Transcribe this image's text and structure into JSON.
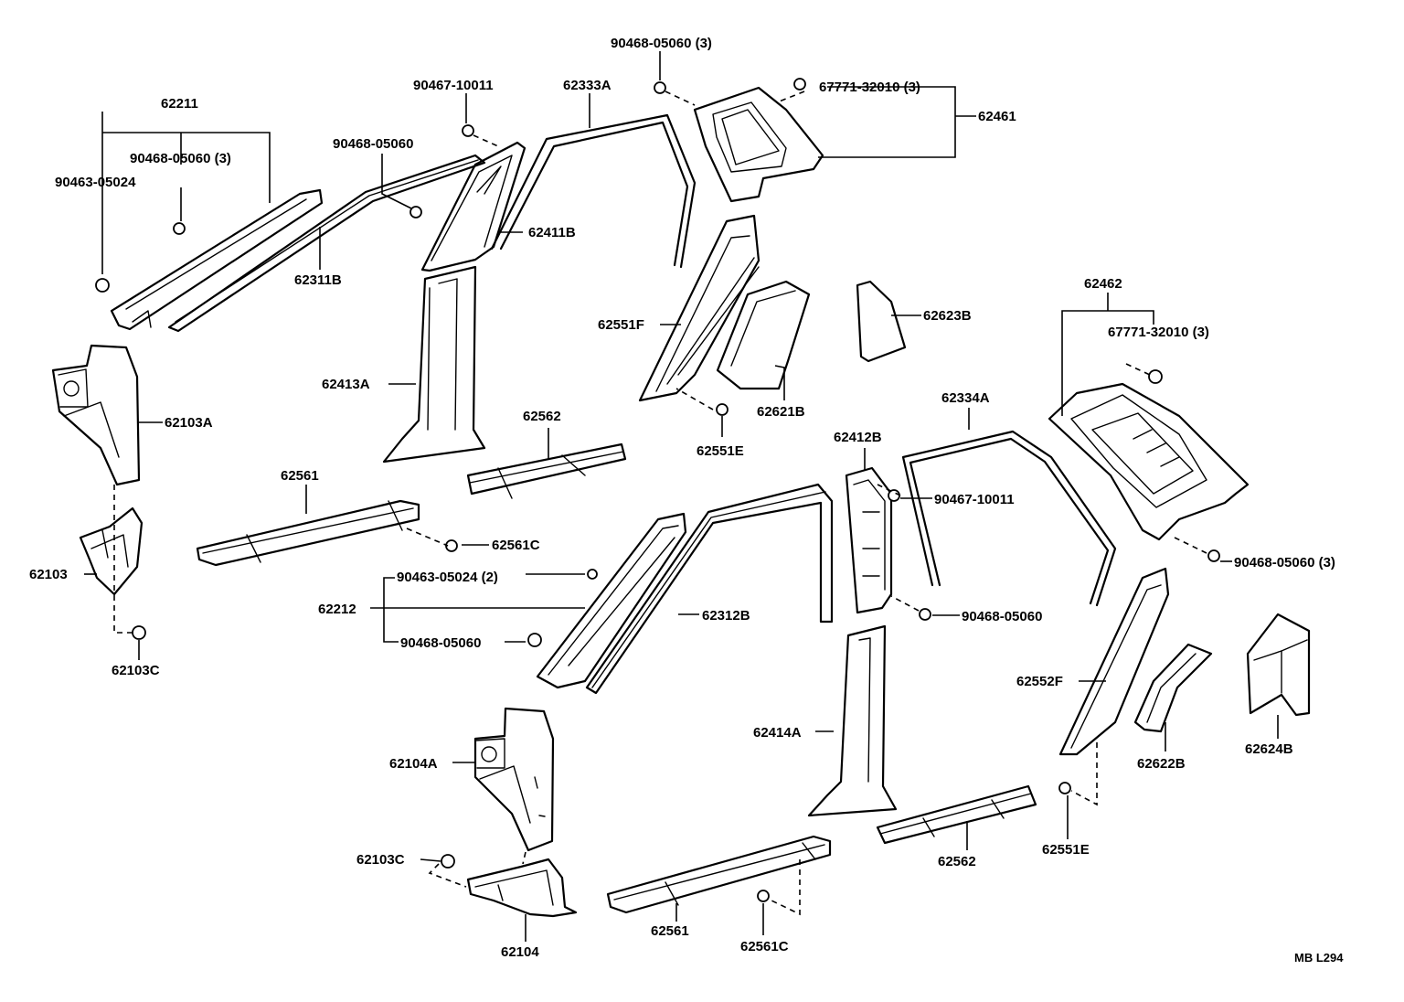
{
  "diagram_code": "MB L294",
  "labels": {
    "p90468_05060_3_top": "90468-05060 (3)",
    "p90467_10011_top": "90467-10011",
    "p62333A": "62333A",
    "p67771_32010_3_top": "67771-32010 (3)",
    "p62461": "62461",
    "p62211": "62211",
    "p90468_05060_3_left": "90468-05060 (3)",
    "p90463_05024": "90463-05024",
    "p90468_05060_mid": "90468-05060",
    "p62311B": "62311B",
    "p62411B": "62411B",
    "p62413A": "62413A",
    "p62103A": "62103A",
    "p62551F": "62551F",
    "p62621B": "62621B",
    "p62551E_top": "62551E",
    "p62623B": "62623B",
    "p62462": "62462",
    "p67771_32010_3_right": "67771-32010 (3)",
    "p62334A": "62334A",
    "p62562_top": "62562",
    "p62561_top": "62561",
    "p62561C_top": "62561C",
    "p62412B": "62412B",
    "p90467_10011_right": "90467-10011",
    "p90468_05060_3_right": "90468-05060 (3)",
    "p62103": "62103",
    "p90463_05024_2": "90463-05024 (2)",
    "p62212": "62212",
    "p90468_05060_lower": "90468-05060",
    "p62312B": "62312B",
    "p90468_05060_right": "90468-05060",
    "p62103C_left": "62103C",
    "p62552F": "62552F",
    "p62104A": "62104A",
    "p62414A": "62414A",
    "p62622B": "62622B",
    "p62624B": "62624B",
    "p62103C_bottom": "62103C",
    "p62562_bottom": "62562",
    "p62551E_bottom": "62551E",
    "p62104": "62104",
    "p62561_bottom": "62561",
    "p62561C_bottom": "62561C"
  }
}
